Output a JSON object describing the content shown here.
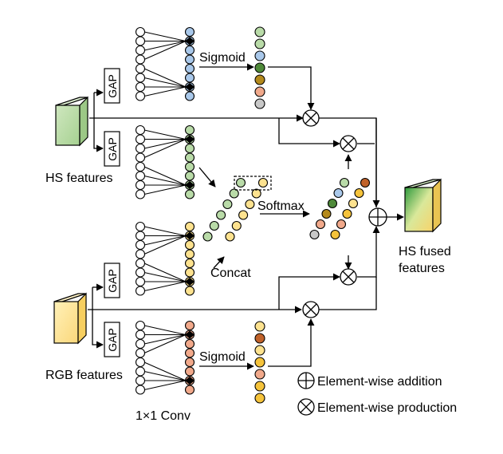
{
  "labels": {
    "hs_features": "HS features",
    "rgb_features": "RGB features",
    "gap": "GAP",
    "sigmoid": "Sigmoid",
    "softmax": "Softmax",
    "concat": "Concat",
    "conv": "1×1 Conv",
    "hs_fused_line1": "HS fused",
    "hs_fused_line2": "features"
  },
  "legend": {
    "addition": "Element-wise addition",
    "production": "Element-wise production"
  },
  "colors": {
    "hs_green": "#b9dba8",
    "rgb_yellow": "#fde28f",
    "blue": "#a9c8ea",
    "dark_green": "#4f8a3a",
    "olive": "#b48a1c",
    "salmon": "#f1a98b",
    "gray": "#c8c8c8",
    "orange": "#f5c33b",
    "brown": "#c0622a"
  }
}
